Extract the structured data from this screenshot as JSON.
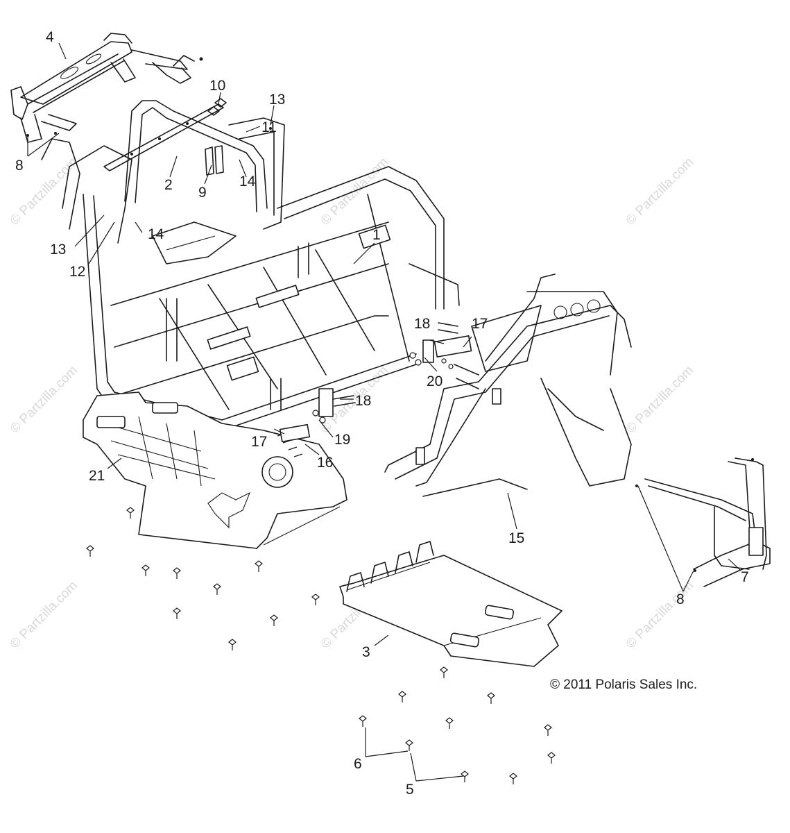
{
  "watermark": {
    "text": "© Partzilla.com",
    "color": "#d9d9d9"
  },
  "copyright": "© 2011 Polaris Sales Inc.",
  "callouts": {
    "c1": "1",
    "c2": "2",
    "c3": "3",
    "c4": "4",
    "c5": "5",
    "c6": "6",
    "c7": "7",
    "c8a": "8",
    "c8b": "8",
    "c9": "9",
    "c10": "10",
    "c11": "11",
    "c12": "12",
    "c13a": "13",
    "c13b": "13",
    "c14a": "14",
    "c14b": "14",
    "c15": "15",
    "c16": "16",
    "c17a": "17",
    "c17b": "17",
    "c18a": "18",
    "c18b": "18",
    "c19": "19",
    "c20": "20",
    "c21": "21"
  },
  "colors": {
    "line": "#1a1a1a",
    "background": "#ffffff"
  }
}
